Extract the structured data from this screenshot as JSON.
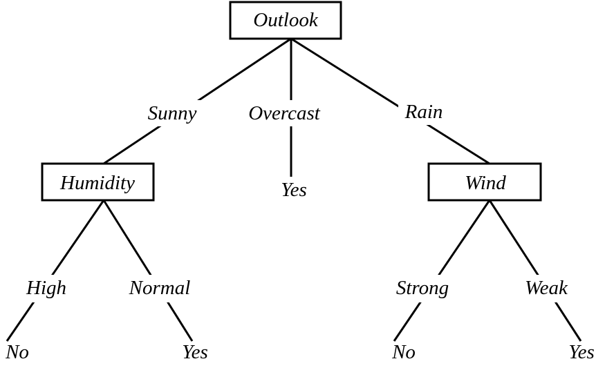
{
  "tree": {
    "root": {
      "attribute": "Outlook",
      "branches": [
        {
          "value": "Sunny",
          "node": {
            "attribute": "Humidity",
            "branches": [
              {
                "value": "High",
                "leaf": "No"
              },
              {
                "value": "Normal",
                "leaf": "Yes"
              }
            ]
          }
        },
        {
          "value": "Overcast",
          "leaf": "Yes"
        },
        {
          "value": "Rain",
          "node": {
            "attribute": "Wind",
            "branches": [
              {
                "value": "Strong",
                "leaf": "No"
              },
              {
                "value": "Weak",
                "leaf": "Yes"
              }
            ]
          }
        }
      ]
    }
  }
}
